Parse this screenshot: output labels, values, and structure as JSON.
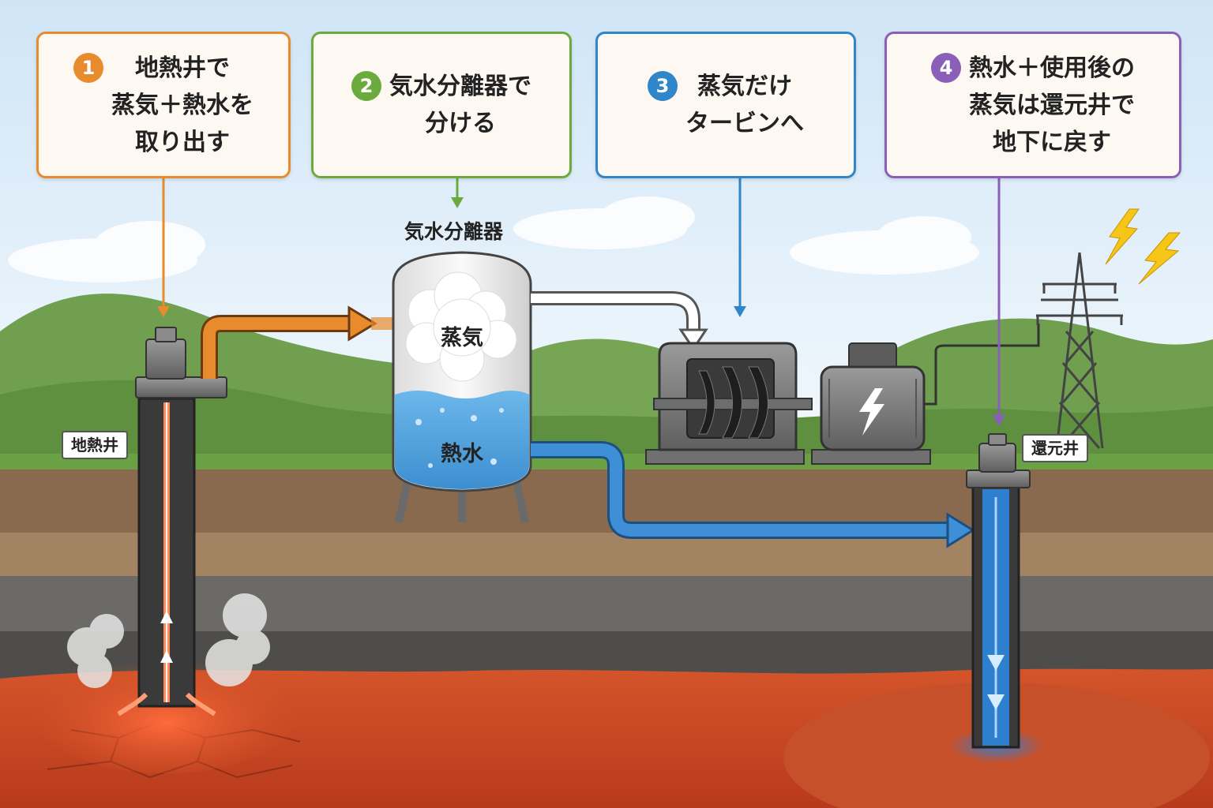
{
  "steps": [
    {
      "number": "1",
      "text": "地熱井で\n蒸気＋熱水を\n取り出す",
      "color": "#e88b2c"
    },
    {
      "number": "2",
      "text": "気水分離器で\n分ける",
      "color": "#6bab3e"
    },
    {
      "number": "3",
      "text": "蒸気だけ\nタービンへ",
      "color": "#2f86c8"
    },
    {
      "number": "4",
      "text": "熱水＋使用後の\n蒸気は還元井で\n地下に戻す",
      "color": "#8a5fb8"
    }
  ],
  "labels": {
    "separator": "気水分離器",
    "steam": "蒸気",
    "hot_water": "熱水",
    "production_well": "地熱井",
    "reinjection_well": "還元井"
  },
  "icons": [
    "lightning-bolt-icon",
    "power-tower-icon"
  ]
}
